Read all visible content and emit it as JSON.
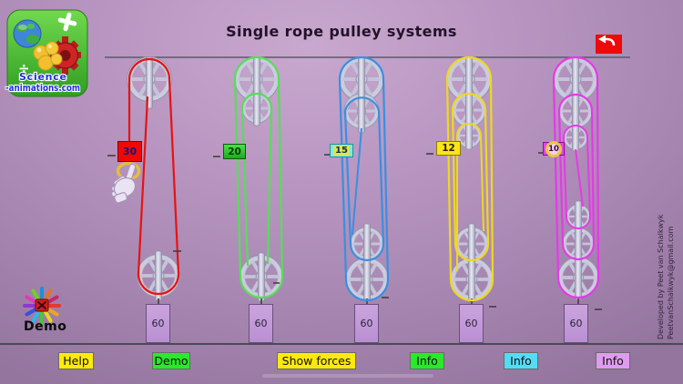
{
  "logo": {
    "line1": "Science",
    "line2": "-animations.com"
  },
  "header": {
    "title": "Single rope pulley systems"
  },
  "back_button": {
    "icon": "return-arrow",
    "color": "#ee0a0a"
  },
  "demo_marker": {
    "label": "Demo"
  },
  "systems": [
    {
      "name": "system-1",
      "rope_color": "#e81212",
      "force": "30",
      "load": "60",
      "top_pulleys": 1,
      "bottom_pulleys": 1
    },
    {
      "name": "system-2",
      "rope_color": "#58dd58",
      "force": "20",
      "load": "60",
      "top_pulleys": 2,
      "bottom_pulleys": 1
    },
    {
      "name": "system-3",
      "rope_color": "#3a8fe0",
      "force": "15",
      "load": "60",
      "top_pulleys": 2,
      "bottom_pulleys": 2
    },
    {
      "name": "system-4",
      "rope_color": "#f0d81c",
      "force": "12",
      "load": "60",
      "top_pulleys": 3,
      "bottom_pulleys": 2
    },
    {
      "name": "system-5",
      "rope_color": "#e838e8",
      "force": "10",
      "load": "60",
      "top_pulleys": 3,
      "bottom_pulleys": 3
    }
  ],
  "buttons": [
    {
      "label": "Help",
      "color": "#fdea0a"
    },
    {
      "label": "Demo",
      "color": "#2ae82a"
    },
    {
      "label": "Show forces",
      "color": "#fdea0a"
    },
    {
      "label": "Info",
      "color": "#2ae82a"
    },
    {
      "label": "Info",
      "color": "#55dcf5"
    },
    {
      "label": "Info",
      "color": "#df9cef"
    }
  ],
  "credits": {
    "line1": "Developed by Peet van Schalkwyk",
    "line2": "PeetvanSchalkwyk@gmail.com"
  }
}
